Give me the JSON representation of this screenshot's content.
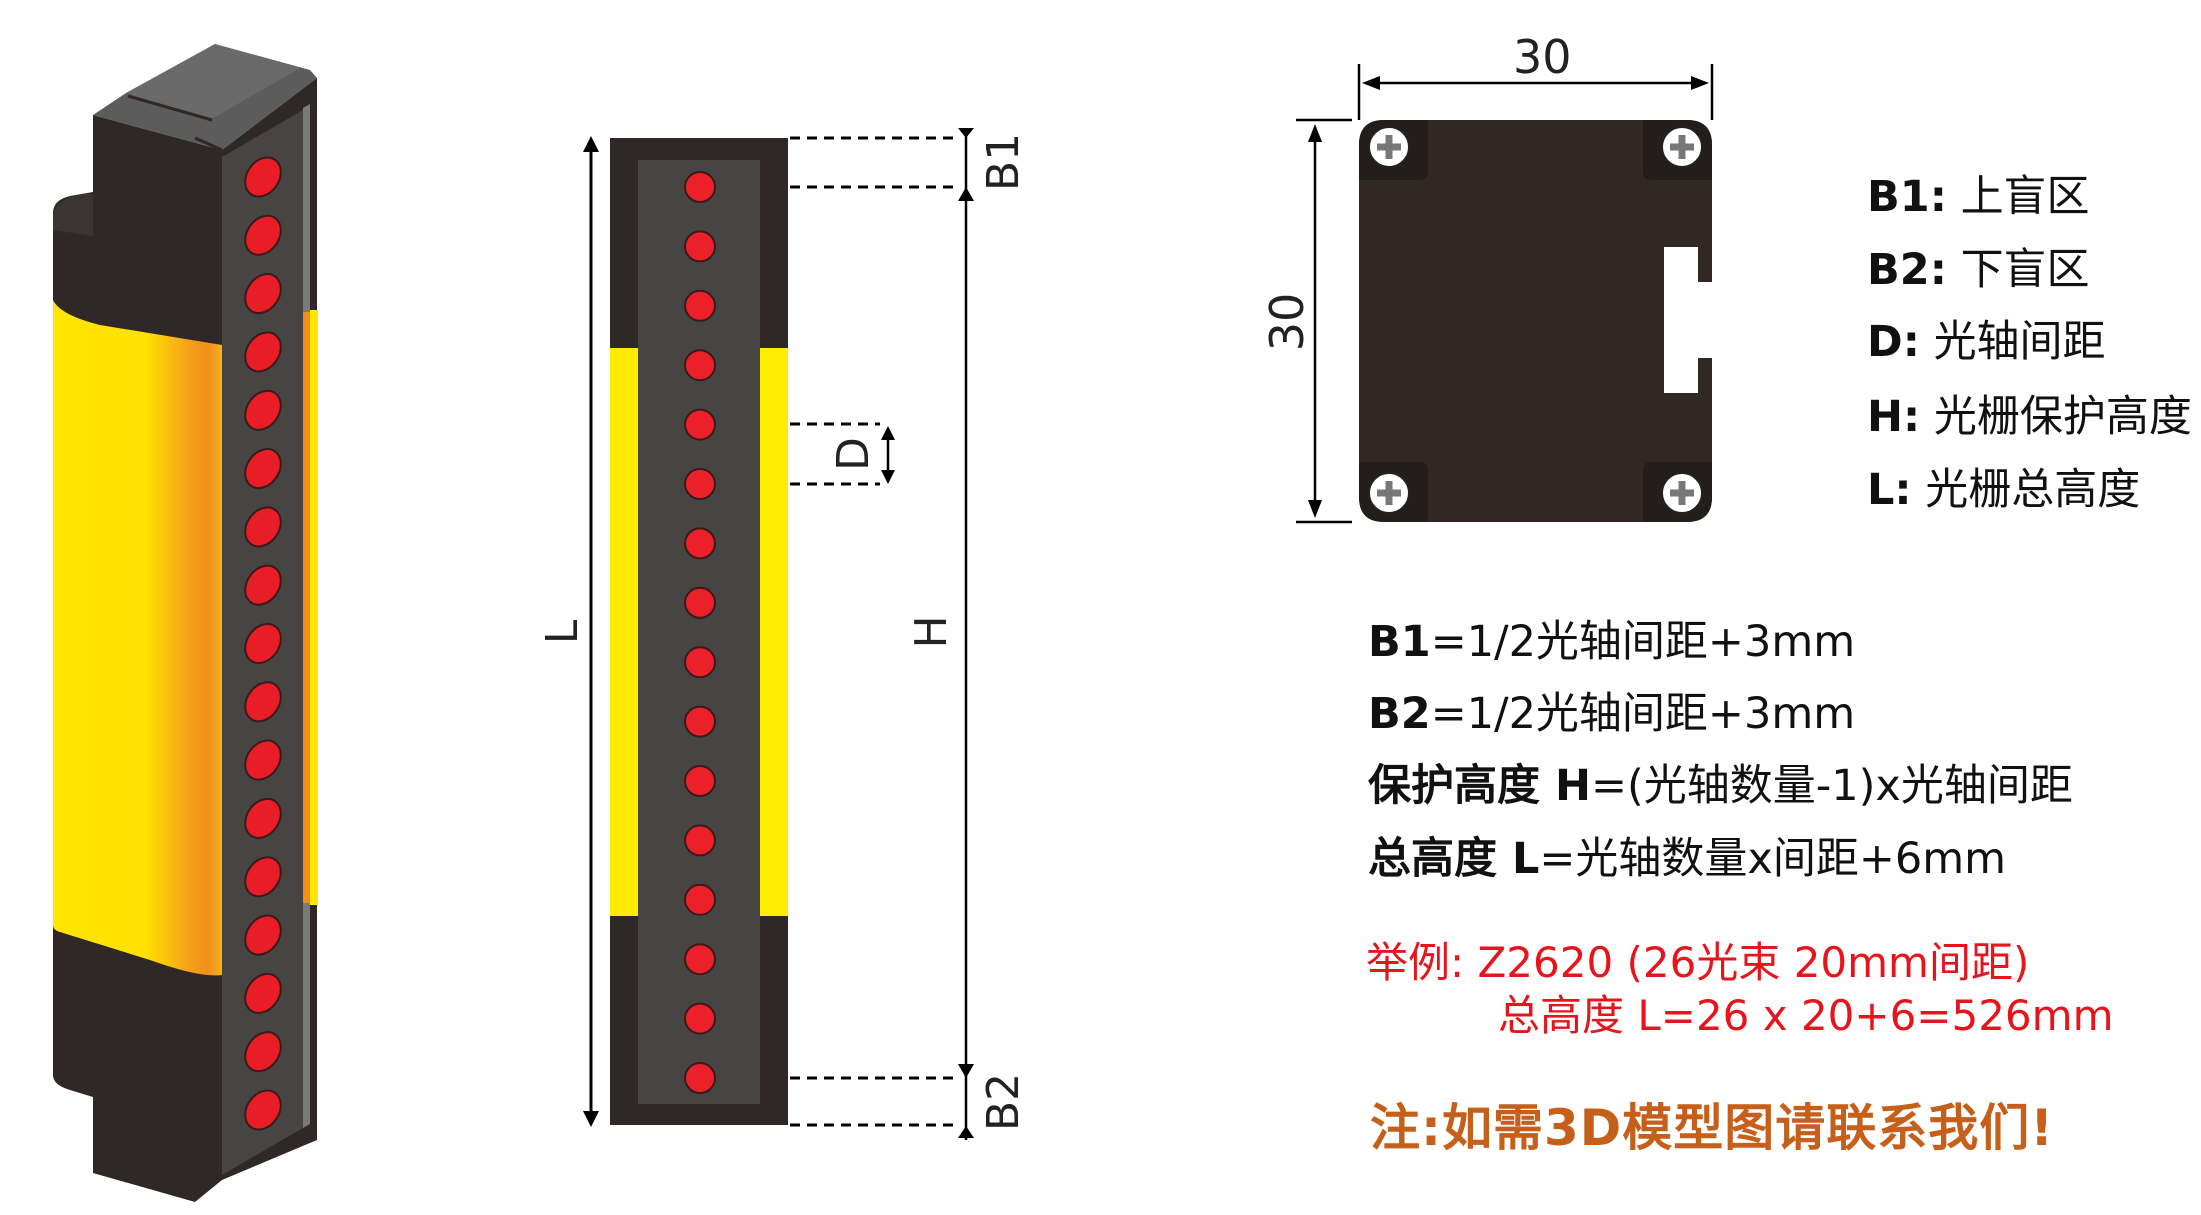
{
  "product_3d": {
    "name": "safety light curtain 3D view",
    "beam_count": 17,
    "colors": {
      "body": "#2f2826",
      "cap": "#5e5e5e",
      "panel": "#474444",
      "yellow": "#ffe600",
      "orange": "#f0901a",
      "led": "#e81d25"
    }
  },
  "front_view": {
    "beam_count": 16,
    "labels": {
      "L": "L",
      "H": "H",
      "D": "D",
      "B1": "B1",
      "B2": "B2"
    }
  },
  "cross_section": {
    "width_label": "30",
    "height_label": "30"
  },
  "legend": [
    {
      "key": "B1:",
      "value": "上盲区"
    },
    {
      "key": "B2:",
      "value": "下盲区"
    },
    {
      "key": "D:",
      "value": "光轴间距"
    },
    {
      "key": "H:",
      "value": "光栅保护高度"
    },
    {
      "key": "L:",
      "value": "光栅总高度"
    }
  ],
  "formulas": [
    {
      "key": "B1",
      "value": "=1/2光轴间距+3mm"
    },
    {
      "key": "B2",
      "value": "=1/2光轴间距+3mm"
    },
    {
      "key": "保护高度 H",
      "value": "=(光轴数量-1)x光轴间距"
    },
    {
      "key": "总高度 L",
      "value": "=光轴数量x间距+6mm"
    }
  ],
  "example": {
    "line1": "举例:  Z2620 (26光束  20mm间距)",
    "line2": "总高度 L=26 x 20+6=526mm"
  },
  "note": "注:如需3D模型图请联系我们!"
}
